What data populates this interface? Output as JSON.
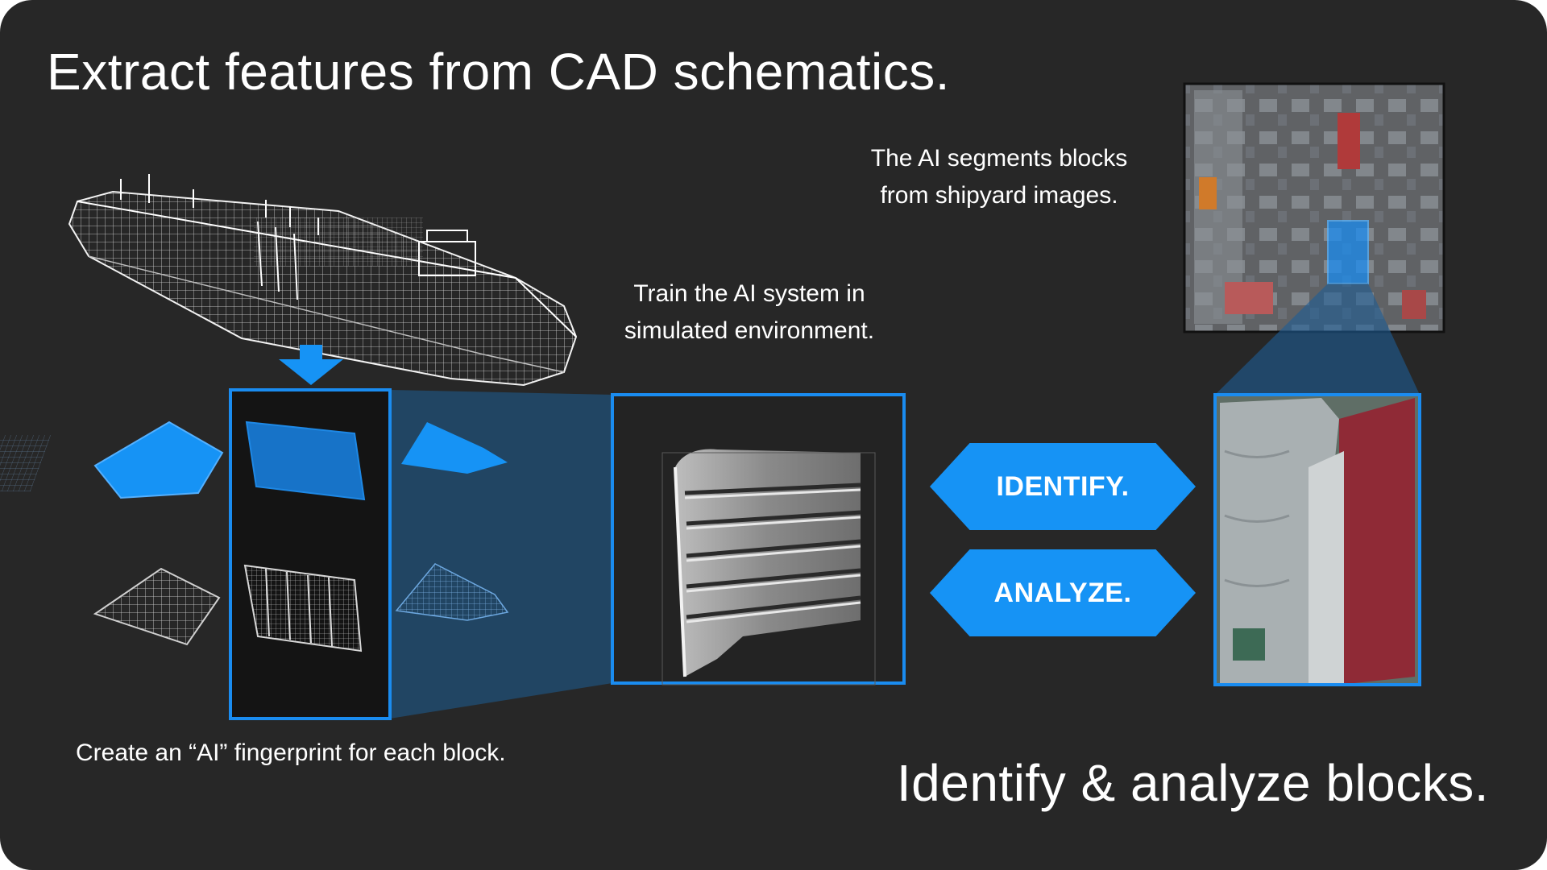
{
  "slide": {
    "title": "Extract features from CAD schematics.",
    "subtitle": "Identify & analyze blocks.",
    "captions": {
      "segment_line1": "The AI segments blocks",
      "segment_line2": "from shipyard images.",
      "train_line1": "Train the AI system in",
      "train_line2": "simulated environment.",
      "fingerprint": "Create an “AI” fingerprint for each block."
    },
    "buttons": {
      "identify": "IDENTIFY.",
      "analyze": "ANALYZE."
    },
    "colors": {
      "background": "#272727",
      "accent_blue": "#1693f5",
      "frame_blue": "#1a8cf0",
      "text": "#ffffff"
    },
    "icons": {
      "down_arrow": "arrow-down-icon"
    }
  }
}
